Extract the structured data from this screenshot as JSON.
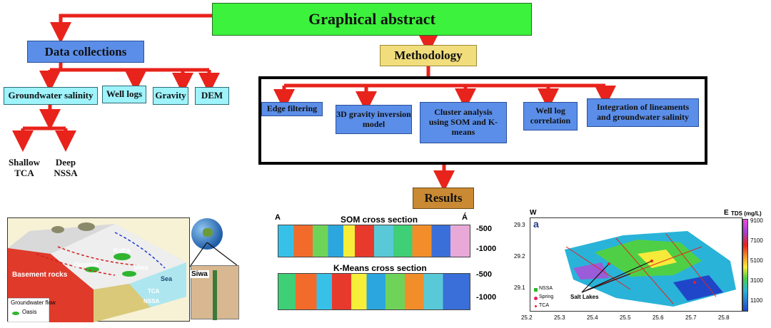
{
  "title": "Graphical abstract",
  "data_collections": {
    "label": "Data collections",
    "items": [
      "Groundwater salinity",
      "Well logs",
      "Gravity",
      "DEM"
    ]
  },
  "salinity_branches": [
    {
      "line1": "Shallow",
      "line2": "TCA"
    },
    {
      "line1": "Deep",
      "line2": "NSSA"
    }
  ],
  "methodology": {
    "label": "Methodology",
    "items": [
      "Edge filtering",
      "3D gravity inversion model",
      "Cluster analysis using SOM and K-means",
      "Well log correlation",
      "Integration of lineaments and groundwater salinity"
    ]
  },
  "results": {
    "label": "Results",
    "block_diagram": {
      "basement": "Basement rocks",
      "places": [
        "Kufra",
        "Qweinat",
        "Siwa",
        "Sea",
        "TCA",
        "NSSA"
      ],
      "legend_flow": "Groundwater flow",
      "legend_oasis": "Oasis",
      "map_label": "Siwa"
    },
    "cross_sections": {
      "som_title": "SOM cross section",
      "kmeans_title": "K-Means cross section",
      "left_end": "A",
      "right_end": "Á",
      "depth_ticks": [
        "-500",
        "-1000"
      ]
    },
    "salinity_map": {
      "left_corner": "W",
      "right_corner": "E",
      "panel": "a",
      "scale_title": "TDS (mg/L)",
      "scale_ticks": [
        "9100",
        "7100",
        "5100",
        "3100",
        "1100"
      ],
      "y_ticks": [
        "29.3",
        "29.2",
        "29.1"
      ],
      "x_ticks": [
        "25.2",
        "25.3",
        "25.4",
        "25.5",
        "25.6",
        "25.7",
        "25.8"
      ],
      "legend": [
        "NSSA",
        "Spring",
        "TCA"
      ],
      "annotation": "Salt Lakes"
    }
  },
  "colors": {
    "arrow": "#e8231b",
    "title_bg": "#3cf23c",
    "data_bg": "#5b8ee8",
    "cyan_bg": "#9ff3fb",
    "method_bg": "#f1dd7c",
    "results_bg": "#c98a33"
  }
}
